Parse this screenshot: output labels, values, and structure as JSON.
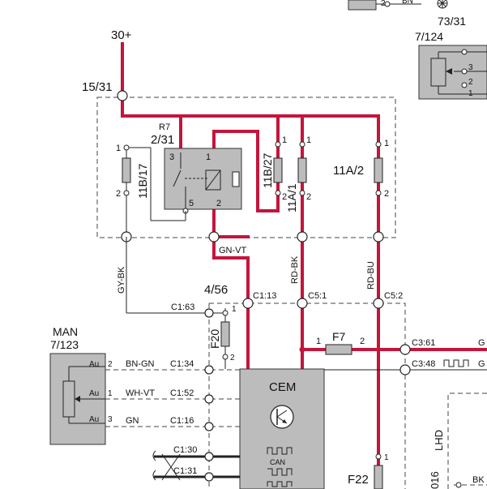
{
  "labels": {
    "t_30": "30+",
    "t_1531": "15/31",
    "t_r7": "R7",
    "t_231": "2/31",
    "t_11b17": "11B/17",
    "t_11b27": "11B/27",
    "t_11a1": "11A/1",
    "t_11a2": "11A/2",
    "t_7124": "7/124",
    "t_7310": "73/31",
    "t_bn_top": "BN",
    "t_gnvt": "GN-VT",
    "t_gybk": "GY-BK",
    "t_rdbk": "RD-BK",
    "t_rdbu": "RD-BU",
    "t_456": "4/56",
    "t_c113": "C1:13",
    "t_c51": "C5:1",
    "t_c52": "C5:2",
    "t_c163": "C1:63",
    "t_f20": "F20",
    "t_f7": "F7",
    "t_c361": "C3:61",
    "t_c348": "C3:48",
    "t_g1": "G",
    "t_g2": "G",
    "t_man": "MAN",
    "t_7123": "7/123",
    "t_au2": "Au",
    "t_au1": "Au",
    "t_au3": "Au",
    "t_bngn": "BN-GN",
    "t_whvt": "WH-VT",
    "t_gn": "GN",
    "t_c134": "C1:34",
    "t_c152": "C1:52",
    "t_c116": "C1:16",
    "t_c130": "C1:30",
    "t_c131": "C1:31",
    "t_cem": "CEM",
    "t_can": "CAN",
    "t_f22": "F22",
    "t_lhd": "LHD",
    "t_016": "016",
    "t_bk": "BK",
    "p1a": "1",
    "p2a": "2",
    "p3r": "3",
    "p1r": "1",
    "p5r": "5",
    "p2r": "2",
    "p1b": "1",
    "p2b": "2",
    "p1c": "1",
    "p2c": "2",
    "p1d": "1",
    "p2d": "2",
    "p1f20": "1",
    "p2f20": "2",
    "pf71": "1",
    "pf72": "2",
    "pm2": "2",
    "pm1": "1",
    "pm3": "3",
    "pr3": "3",
    "pr2": "2",
    "pr1": "1",
    "pf221": "1",
    "ptop2": "2"
  }
}
